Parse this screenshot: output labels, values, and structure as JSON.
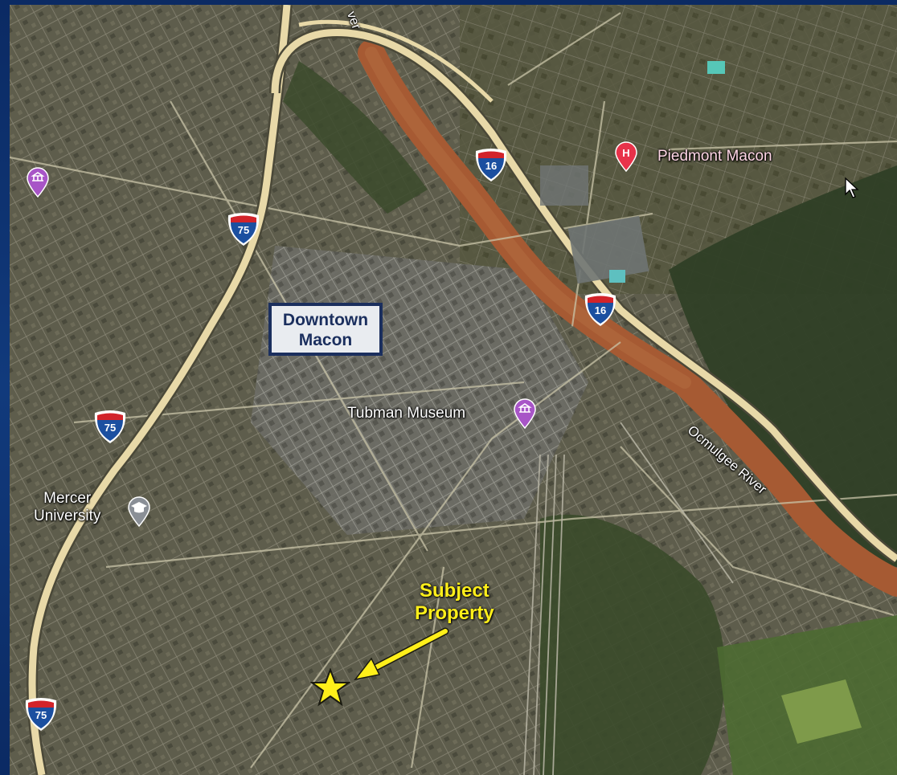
{
  "map": {
    "callout": {
      "line1": "Downtown",
      "line2": "Macon"
    },
    "subject": {
      "line1": "Subject",
      "line2": "Property"
    },
    "places": {
      "piedmont": "Piedmont Macon",
      "tubman": "Tubman Museum",
      "mercer_line1": "Mercer",
      "mercer_line2": "University",
      "river": "Ocmulgee River",
      "river_top_fragment": "ver"
    },
    "shields": {
      "i75_a": "75",
      "i75_b": "75",
      "i75_c": "75",
      "i16_a": "16",
      "i16_b": "16"
    },
    "icons": {
      "hospital": "hospital-icon",
      "museum": "museum-icon",
      "university": "graduation-cap-icon",
      "museum_left": "museum-icon",
      "star": "star-icon",
      "cursor": "mouse-pointer-icon"
    },
    "colors": {
      "frame": "#0d2a5c",
      "callout_border": "#1b2f5e",
      "callout_fill": "#e9ecf0",
      "subject_text": "#ffef1a",
      "arrow": "#ffef1a",
      "star": "#ffef1a",
      "highway": "#e8d9a8",
      "river": "#a65a33",
      "interstate_blue": "#1b4fa0",
      "interstate_red": "#d2232a",
      "hospital_red": "#e8324a",
      "museum_purple": "#a855c7"
    }
  }
}
